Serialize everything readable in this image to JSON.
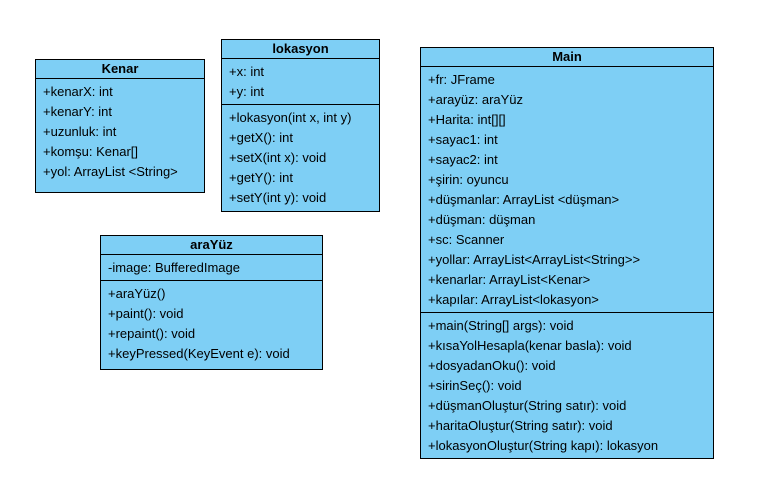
{
  "classes": {
    "kenar": {
      "name": "Kenar",
      "attributes": [
        "+kenarX: int",
        "+kenarY: int",
        "+uzunluk: int",
        "+komşu: Kenar[]",
        "+yol: ArrayList <String>"
      ],
      "methods": []
    },
    "lokasyon": {
      "name": "lokasyon",
      "attributes": [
        "+x: int",
        "+y: int"
      ],
      "methods": [
        "+lokasyon(int x, int y)",
        "+getX(): int",
        "+setX(int x): void",
        "+getY(): int",
        "+setY(int y): void"
      ]
    },
    "main": {
      "name": "Main",
      "attributes": [
        "+fr: JFrame",
        "+arayüz: araYüz",
        "+Harita: int[][]",
        "+sayac1: int",
        "+sayac2: int",
        "+şirin: oyuncu",
        "+düşmanlar: ArrayList <düşman>",
        "+düşman: düşman",
        "+sc: Scanner",
        "+yollar: ArrayList<ArrayList<String>>",
        "+kenarlar: ArrayList<Kenar>",
        "+kapılar: ArrayList<lokasyon>"
      ],
      "methods": [
        "+main(String[] args): void",
        "+kısaYolHesapla(kenar basla): void",
        "+dosyadanOku(): void",
        "+sirinSeç(): void",
        "+düşmanOluştur(String satır): void",
        "+haritaOluştur(String satır): void",
        "+lokasyonOluştur(String kapı): lokasyon"
      ]
    },
    "arayuz": {
      "name": "araYüz",
      "attributes": [
        "-image: BufferedImage"
      ],
      "methods": [
        "+araYüz()",
        "+paint(): void",
        "+repaint(): void",
        "+keyPressed(KeyEvent e): void"
      ]
    }
  }
}
